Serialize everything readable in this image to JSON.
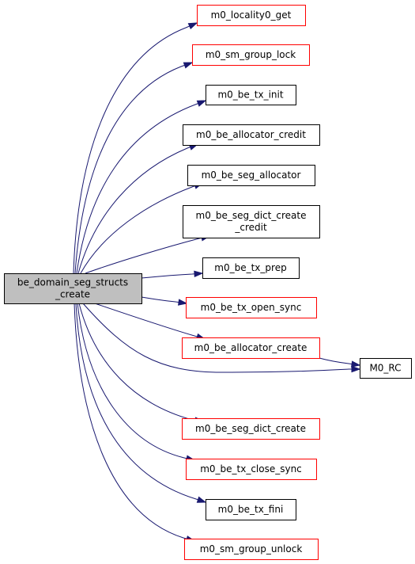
{
  "colors": {
    "edge": "#191970",
    "border_red": "#ff0000",
    "border_black": "#000000",
    "root_fill": "#bfbfbf",
    "node_fill": "#ffffff"
  },
  "root": {
    "lines": [
      "be_domain_seg_structs",
      "_create"
    ]
  },
  "callees": [
    {
      "id": "n1",
      "lines": [
        "m0_locality0_get"
      ],
      "link": true
    },
    {
      "id": "n2",
      "lines": [
        "m0_sm_group_lock"
      ],
      "link": true
    },
    {
      "id": "n3",
      "lines": [
        "m0_be_tx_init"
      ],
      "link": false
    },
    {
      "id": "n4",
      "lines": [
        "m0_be_allocator_credit"
      ],
      "link": false
    },
    {
      "id": "n5",
      "lines": [
        "m0_be_seg_allocator"
      ],
      "link": false
    },
    {
      "id": "n6",
      "lines": [
        "m0_be_seg_dict_create",
        "_credit"
      ],
      "link": false
    },
    {
      "id": "n7",
      "lines": [
        "m0_be_tx_prep"
      ],
      "link": false
    },
    {
      "id": "n8",
      "lines": [
        "m0_be_tx_open_sync"
      ],
      "link": true
    },
    {
      "id": "n9",
      "lines": [
        "m0_be_allocator_create"
      ],
      "link": true
    },
    {
      "id": "n10",
      "lines": [
        "M0_RC"
      ],
      "link": false
    },
    {
      "id": "n11",
      "lines": [
        "m0_be_seg_dict_create"
      ],
      "link": true
    },
    {
      "id": "n12",
      "lines": [
        "m0_be_tx_close_sync"
      ],
      "link": true
    },
    {
      "id": "n13",
      "lines": [
        "m0_be_tx_fini"
      ],
      "link": false
    },
    {
      "id": "n14",
      "lines": [
        "m0_sm_group_unlock"
      ],
      "link": true
    }
  ],
  "edges": [
    {
      "from": "root",
      "to": "n1"
    },
    {
      "from": "root",
      "to": "n2"
    },
    {
      "from": "root",
      "to": "n3"
    },
    {
      "from": "root",
      "to": "n4"
    },
    {
      "from": "root",
      "to": "n5"
    },
    {
      "from": "root",
      "to": "n6"
    },
    {
      "from": "root",
      "to": "n7"
    },
    {
      "from": "root",
      "to": "n8"
    },
    {
      "from": "root",
      "to": "n9"
    },
    {
      "from": "root",
      "to": "n10"
    },
    {
      "from": "n9",
      "to": "n10"
    },
    {
      "from": "root",
      "to": "n11"
    },
    {
      "from": "root",
      "to": "n12"
    },
    {
      "from": "root",
      "to": "n13"
    },
    {
      "from": "root",
      "to": "n14"
    }
  ]
}
